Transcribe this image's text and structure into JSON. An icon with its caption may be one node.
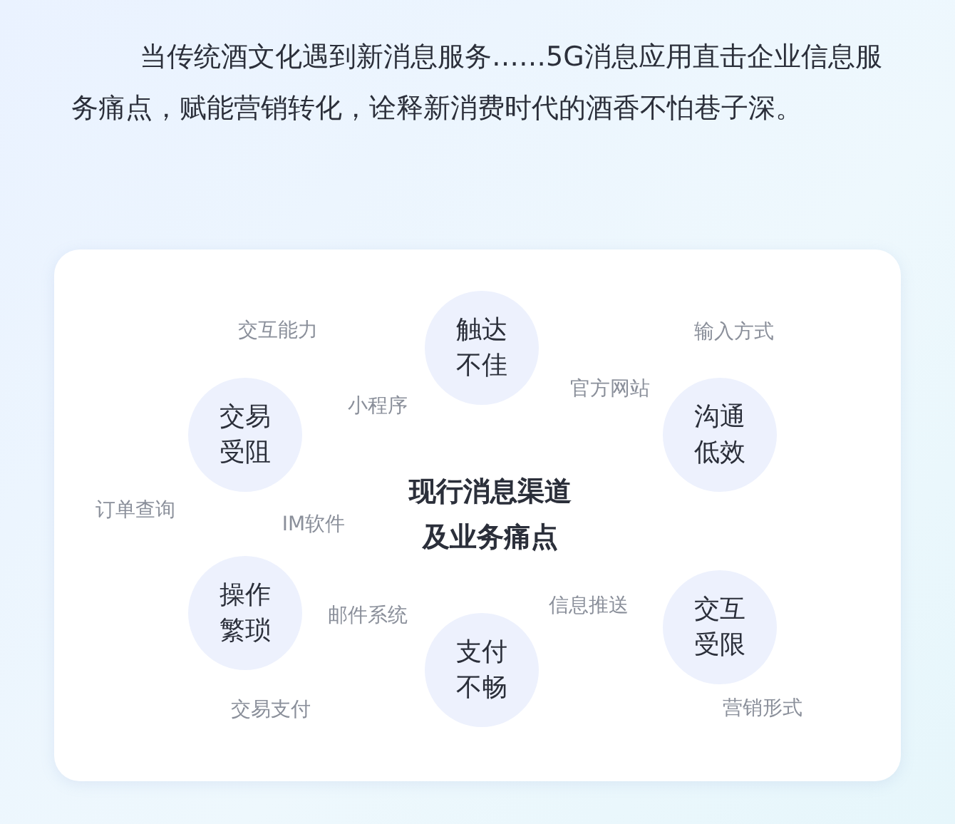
{
  "diagram": {
    "title": "当传统酒文化遇到新消息服务……5G消息应用直击企业信息服务痛点，赋能营销转化，诠释新消费时代的酒香不怕巷子深。",
    "nodes": [
      {
        "text": [
          "触达不佳"
        ]
      },
      {
        "text": [
          "交易受阻"
        ]
      },
      {
        "text": [
          "沟通低效"
        ]
      },
      {
        "text": [
          "操作繁琐"
        ]
      },
      {
        "text": [
          "交互受限"
        ]
      },
      {
        "text": [
          "支付不畅"
        ]
      }
    ],
    "labels": [
      "交互能力",
      "输入方式",
      "小程序",
      "官方网站",
      "现行消息渠道及业务痛点",
      "订单查询",
      "IM软件",
      "邮件系统",
      "信息推送",
      "交易支付",
      "营销形式"
    ]
  }
}
